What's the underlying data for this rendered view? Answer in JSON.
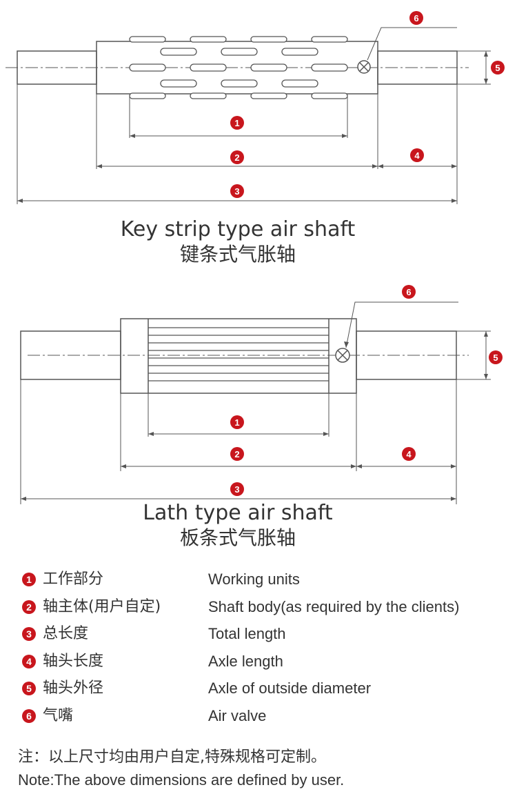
{
  "diagram1": {
    "title_en": "Key strip type air shaft",
    "title_zh": "键条式气胀轴"
  },
  "diagram2": {
    "title_en": "Lath type air shaft",
    "title_zh": "板条式气胀轴"
  },
  "markers": [
    "1",
    "2",
    "3",
    "4",
    "5",
    "6"
  ],
  "legend": [
    {
      "num": "1",
      "zh": "工作部分",
      "en": "Working units"
    },
    {
      "num": "2",
      "zh": "轴主体(用户自定)",
      "en": "Shaft body(as required by the clients)"
    },
    {
      "num": "3",
      "zh": "总长度",
      "en": "Total length"
    },
    {
      "num": "4",
      "zh": "轴头长度",
      "en": "Axle length"
    },
    {
      "num": "5",
      "zh": "轴头外径",
      "en": "Axle of outside diameter"
    },
    {
      "num": "6",
      "zh": "气嘴",
      "en": "Air valve"
    }
  ],
  "note_zh": "注：以上尺寸均由用户自定,特殊规格可定制。",
  "note_en": "Note:The above dimensions are defined by user.",
  "colors": {
    "marker": "#c8161d",
    "line": "#555555",
    "text": "#333333"
  }
}
